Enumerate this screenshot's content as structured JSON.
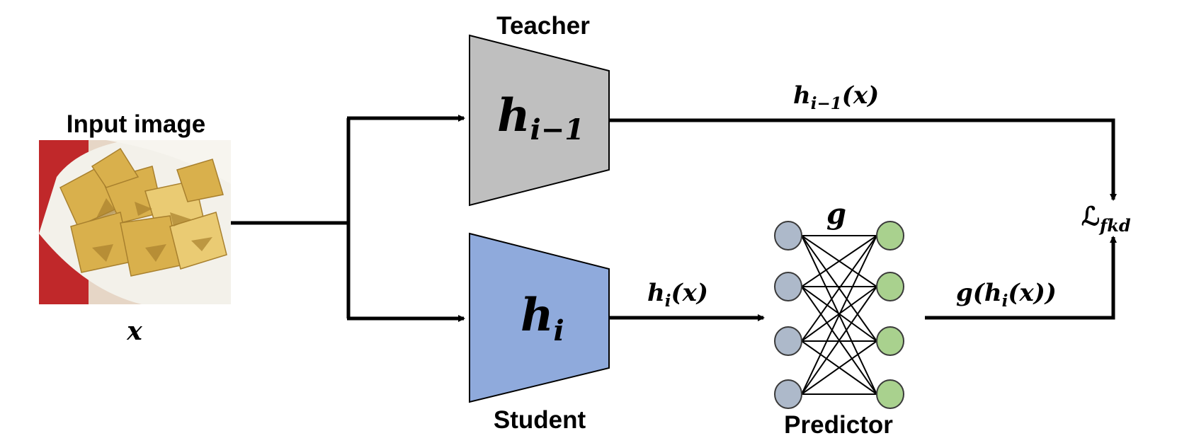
{
  "input": {
    "title": "Input image",
    "variable": "x"
  },
  "teacher": {
    "title": "Teacher",
    "symbol_base": "h",
    "symbol_sub": "i−1",
    "color": "#bfbfbf"
  },
  "student": {
    "title": "Student",
    "symbol_base": "h",
    "symbol_sub": "i",
    "color": "#8faadc"
  },
  "predictor": {
    "title": "Predictor",
    "symbol": "g",
    "input_node_color": "#adb9ca",
    "output_node_color": "#a9d18e"
  },
  "arrows": {
    "teacher_output": {
      "base": "h",
      "sub": "i−1",
      "arg": "(x)"
    },
    "student_output": {
      "base": "h",
      "sub": "i",
      "arg": "(x)"
    },
    "predictor_output": {
      "pre": "g(",
      "base": "h",
      "sub": "i",
      "arg": "(x))"
    }
  },
  "loss": {
    "symbol": "ℒ",
    "sub": "fkd"
  },
  "image_palette": {
    "basket": "#c0282a",
    "napkin": "#f3f1ea",
    "chip": "#d9b04c",
    "chip_shadow": "#a8802e",
    "chip_light": "#eacb73"
  }
}
